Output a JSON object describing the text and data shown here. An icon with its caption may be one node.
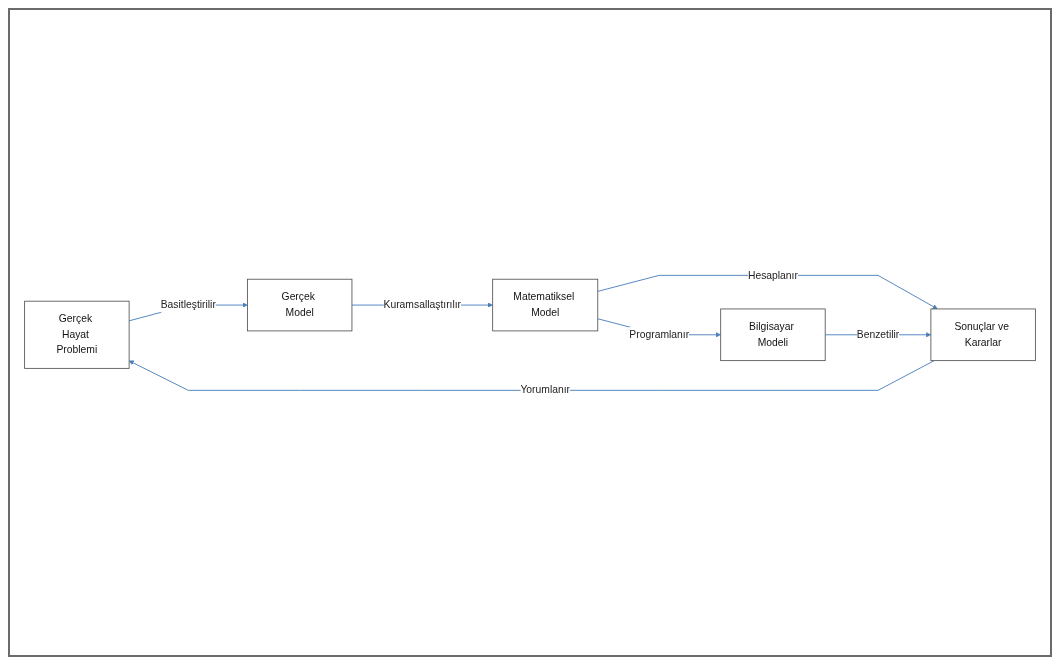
{
  "diagram": {
    "nodes": [
      {
        "text": [
          "Gerçek Hayat Problemi"
        ]
      },
      {
        "text": [
          "Gerçek Model"
        ]
      },
      {
        "text": [
          "Matematiksel Model"
        ]
      },
      {
        "text": [
          "Sonuçlar ve Kararlar"
        ]
      },
      {
        "text": [
          "Bilgisayar Modeli"
        ]
      }
    ],
    "edges": [
      {
        "from": 0,
        "to": 1,
        "arrow": "to",
        "label": "Basitleştirilir"
      },
      {
        "from": 1,
        "to": 2,
        "arrow": "to",
        "label": "Kuramsallaştırılır"
      },
      {
        "from": 2,
        "to": 3,
        "arrow": "to",
        "label": "Hesaplanır"
      },
      {
        "from": 2,
        "to": 4,
        "arrow": "to",
        "label": "Programlanır"
      },
      {
        "from": 4,
        "to": 3,
        "arrow": "to",
        "label": "Benzetilir"
      },
      {
        "from": 3,
        "to": 0,
        "arrow": "to",
        "label": "Yorumlanır"
      }
    ]
  }
}
